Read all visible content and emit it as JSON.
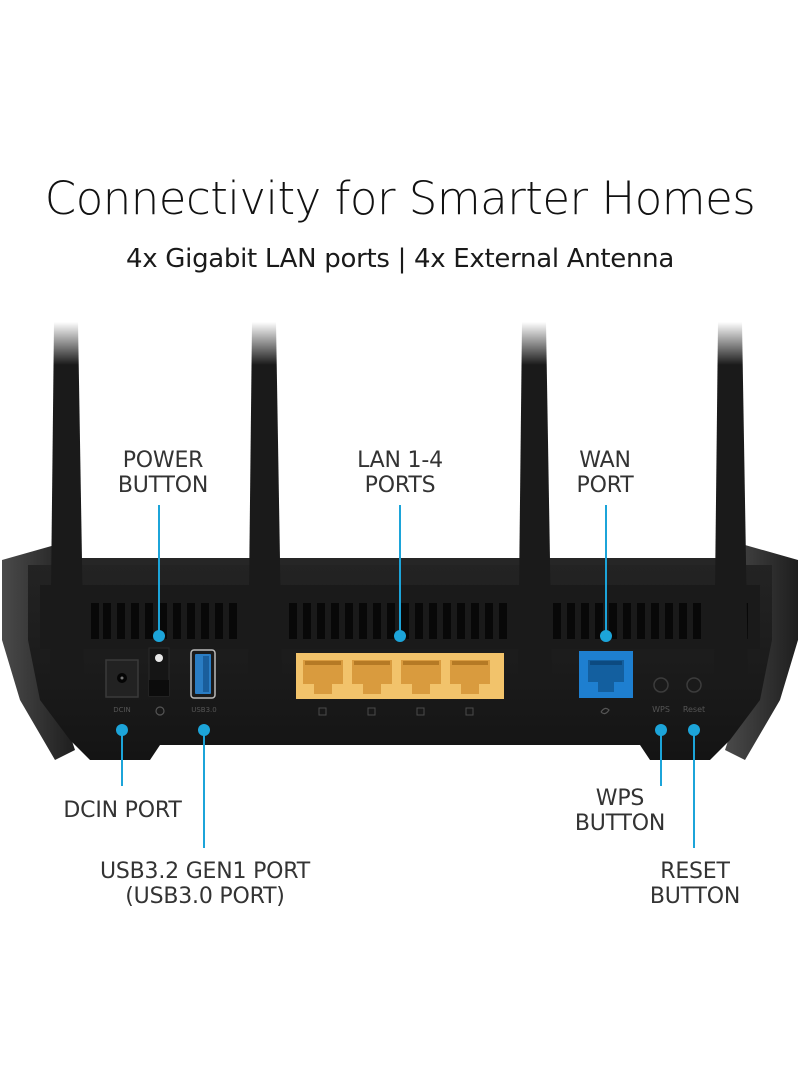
{
  "header": {
    "title": "Connectivity for Smarter Homes",
    "subtitle": "4x Gigabit LAN ports | 4x External Antenna"
  },
  "colors": {
    "accent_line": "#1ca4d9",
    "lan_port": "#f2c36b",
    "wan_port": "#1e7fd0",
    "usb_port": "#2a7dc4",
    "router_body": "#1c1c1c"
  },
  "callouts": {
    "power_button": {
      "line1": "POWER",
      "line2": "BUTTON"
    },
    "lan_ports": {
      "line1": "LAN 1-4",
      "line2": "PORTS"
    },
    "wan_port": {
      "line1": "WAN",
      "line2": "PORT"
    },
    "dcin_port": {
      "line1": "DCIN PORT"
    },
    "usb_port": {
      "line1": "USB3.2 GEN1 PORT",
      "line2": "(USB3.0 PORT)"
    },
    "wps_button": {
      "line1": "WPS",
      "line2": "BUTTON"
    },
    "reset_button": {
      "line1": "RESET",
      "line2": "BUTTON"
    }
  },
  "router": {
    "antenna_count": 4,
    "lan_port_count": 4,
    "silk_labels": {
      "dcin": "DCIN",
      "usb": "USB3.0",
      "wps": "WPS",
      "reset": "Reset"
    }
  }
}
